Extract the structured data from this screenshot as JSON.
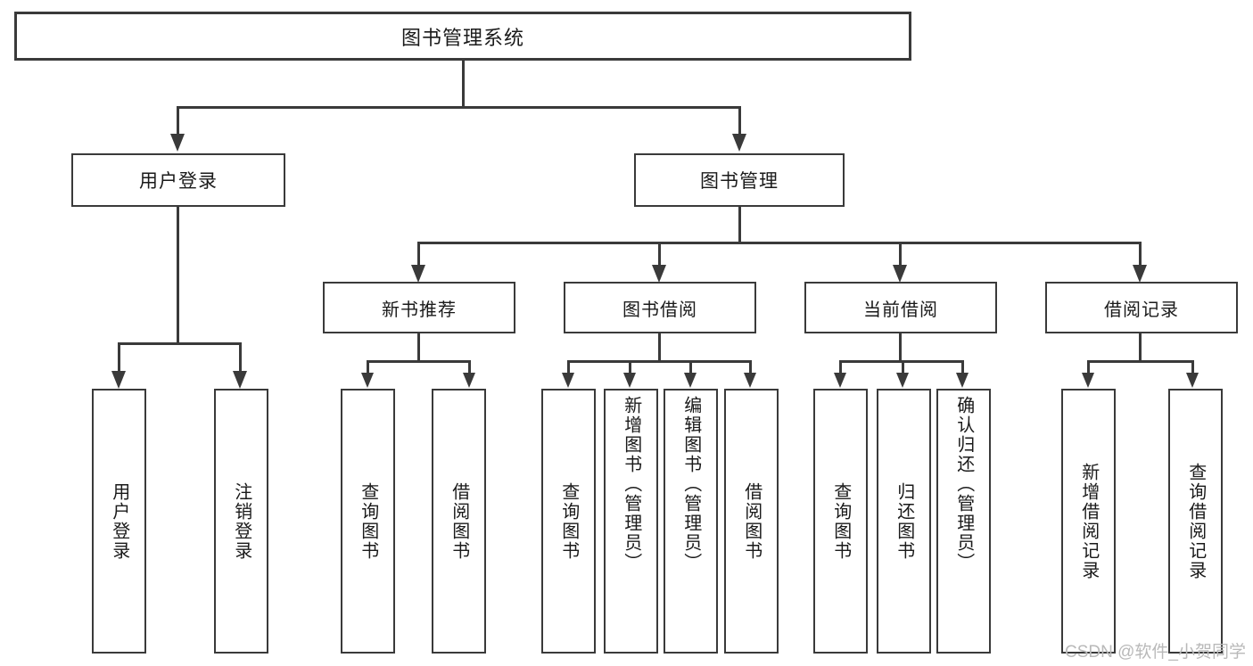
{
  "diagram": {
    "title": "图书管理系统",
    "watermark": "CSDN @软件_小贺同学",
    "nodes": {
      "root": "图书管理系统",
      "level2": [
        "用户登录",
        "图书管理"
      ],
      "level3": [
        "新书推荐",
        "图书借阅",
        "当前借阅",
        "借阅记录"
      ],
      "leaves": {
        "user_login": [
          "用户登录",
          "注销登录"
        ],
        "new_book_recommend": [
          "查询图书",
          "借阅图书"
        ],
        "book_borrow": [
          "查询图书",
          "新增图书（管理员）",
          "编辑图书（管理员）",
          "借阅图书"
        ],
        "current_borrow": [
          "查询图书",
          "归还图书",
          "确认归还（管理员）"
        ],
        "borrow_record": [
          "新增借阅记录",
          "查询借阅记录"
        ]
      }
    },
    "colors": {
      "stroke": "#3a3a3a",
      "text": "#1a1a1a",
      "background": "#ffffff",
      "watermark": "#b9b9b9"
    }
  },
  "chart_data": {
    "type": "diagram",
    "title": "图书管理系统",
    "layout": "top-down hierarchy tree",
    "tree": {
      "name": "图书管理系统",
      "children": [
        {
          "name": "用户登录",
          "children": [
            {
              "name": "用户登录"
            },
            {
              "name": "注销登录"
            }
          ]
        },
        {
          "name": "图书管理",
          "children": [
            {
              "name": "新书推荐",
              "children": [
                {
                  "name": "查询图书"
                },
                {
                  "name": "借阅图书"
                }
              ]
            },
            {
              "name": "图书借阅",
              "children": [
                {
                  "name": "查询图书"
                },
                {
                  "name": "新增图书（管理员）"
                },
                {
                  "name": "编辑图书（管理员）"
                },
                {
                  "name": "借阅图书"
                }
              ]
            },
            {
              "name": "当前借阅",
              "children": [
                {
                  "name": "查询图书"
                },
                {
                  "name": "归还图书"
                },
                {
                  "name": "确认归还（管理员）"
                }
              ]
            },
            {
              "name": "借阅记录",
              "children": [
                {
                  "name": "新增借阅记录"
                },
                {
                  "name": "查询借阅记录"
                }
              ]
            }
          ]
        }
      ]
    }
  }
}
